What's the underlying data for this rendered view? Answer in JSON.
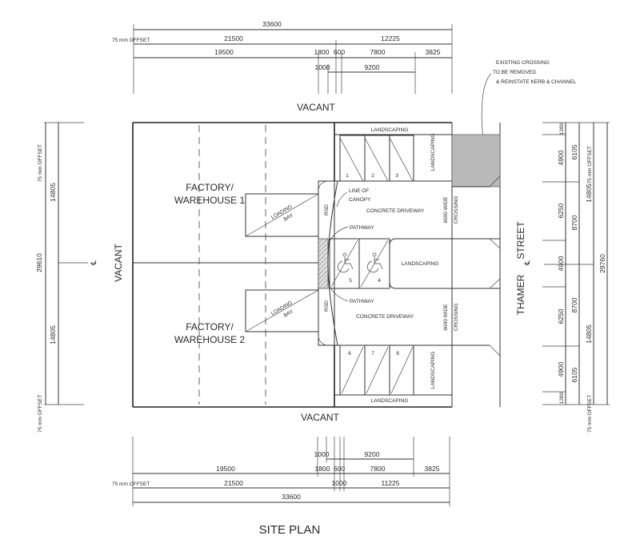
{
  "title": "SITE PLAN",
  "boundaries": {
    "top": "VACANT",
    "bottom": "VACANT",
    "left": "VACANT"
  },
  "warehouse_1": [
    "FACTORY/",
    "WAREHOUSE 1"
  ],
  "warehouse_2": [
    "FACTORY/",
    "WAREHOUSE 2"
  ],
  "loading_bay": [
    "LOADING",
    "BAY"
  ],
  "rsd": "RSD",
  "landscaping": "LANDSCAPING",
  "line_of_canopy": [
    "LINE OF",
    "CANOPY"
  ],
  "concrete_driveway": "CONCRETE DRIVEWAY",
  "pathway": "PATHWAY",
  "crossing": [
    "6000 WIDE",
    "CROSSING"
  ],
  "street": [
    "THAMER",
    "STREET"
  ],
  "centerline": "℄",
  "offset": "75 mm OFFSET",
  "note": [
    "EXISTING CROSSING",
    "TO BE REMOVED",
    "& REINSTATE KERB & CHANNEL"
  ],
  "parking": {
    "top": [
      "1",
      "2",
      "3"
    ],
    "accessible": [
      "5",
      "4"
    ],
    "bottom": [
      "6",
      "7",
      "8"
    ]
  },
  "dims_top": {
    "overall": "33600",
    "row2": [
      "21500",
      "12225"
    ],
    "row3": [
      "19500",
      "1800",
      "600",
      "7800",
      "3825"
    ],
    "row4": [
      "1000",
      "9200"
    ]
  },
  "dims_bottom": {
    "row1": [
      "1000",
      "9200"
    ],
    "row2": [
      "19500",
      "1800",
      "600",
      "7800",
      "3825"
    ],
    "row3": [
      "21500",
      "1000",
      "11225"
    ],
    "overall": "33600"
  },
  "dims_left": {
    "overall": "29610",
    "halves": [
      "14805",
      "14805"
    ]
  },
  "dims_right": {
    "col1": [
      "1280",
      "4900",
      "6250",
      "4900",
      "6250",
      "4900",
      "1280"
    ],
    "col2": [
      "6105",
      "8700",
      "8700",
      "6105"
    ],
    "col3": [
      "14805",
      "14805"
    ],
    "overall": "29760"
  },
  "colors": {
    "crossing_fill": "#b9b9b9",
    "line": "#333333"
  }
}
